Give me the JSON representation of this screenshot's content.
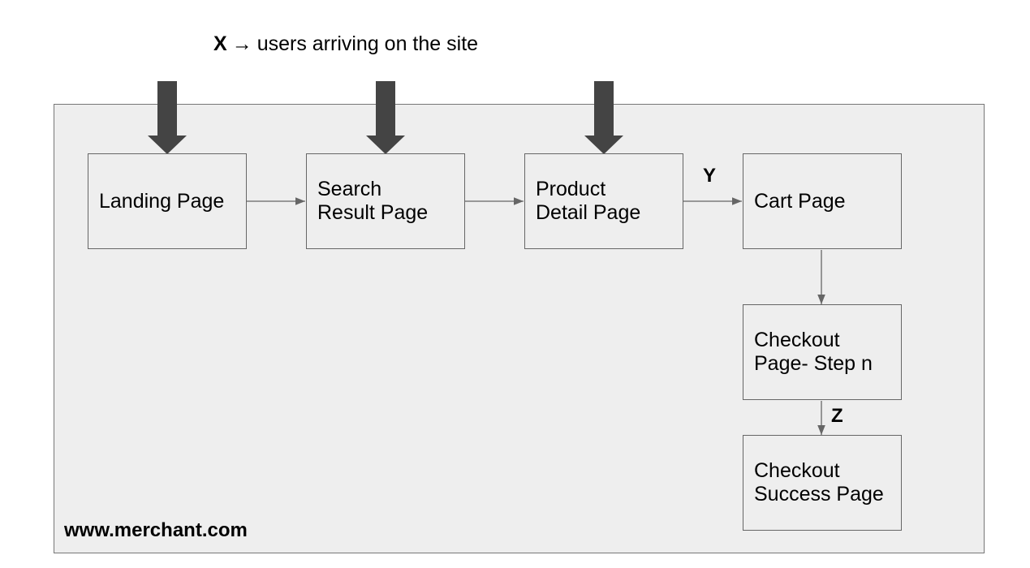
{
  "legend": {
    "symbol": "X",
    "arrow": "→",
    "text": "users arriving on the site"
  },
  "site": {
    "domain": "www.merchant.com"
  },
  "pages": {
    "landing": [
      "Landing Page"
    ],
    "search_result": [
      "Search",
      "Result Page"
    ],
    "product_detail": [
      "Product",
      "Detail Page"
    ],
    "cart": [
      "Cart Page"
    ],
    "checkout_step": [
      "Checkout",
      "Page- Step n"
    ],
    "checkout_success": [
      "Checkout",
      "Success Page"
    ]
  },
  "flow_labels": {
    "y": "Y",
    "z": "Z"
  },
  "colors": {
    "background": "#ffffff",
    "site_fill": "#eeeeee",
    "border": "#666666",
    "entry_arrow": "#444444",
    "flow_arrow": "#666666"
  }
}
